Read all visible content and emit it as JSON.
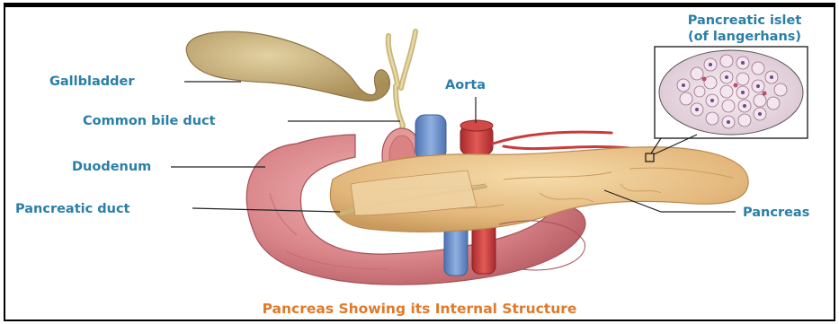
{
  "labels": {
    "gallbladder": "Gallbladder",
    "common_bile_duct": "Common bile duct",
    "duodenum": "Duodenum",
    "pancreatic_duct": "Pancreatic duct",
    "aorta": "Aorta",
    "pancreas": "Pancreas",
    "islet_line1": "Pancreatic islet",
    "islet_line2": "(of langerhans)"
  },
  "caption": "Pancreas Showing its Internal Structure",
  "colors": {
    "label_blue": "#2a7fa8",
    "caption_orange": "#e07a2a",
    "pancreas": "#e8c38a",
    "duodenum": "#d9868a",
    "aorta": "#cc3b3b",
    "vein": "#6a8fc9",
    "gallbladder": "#c6ad78"
  }
}
